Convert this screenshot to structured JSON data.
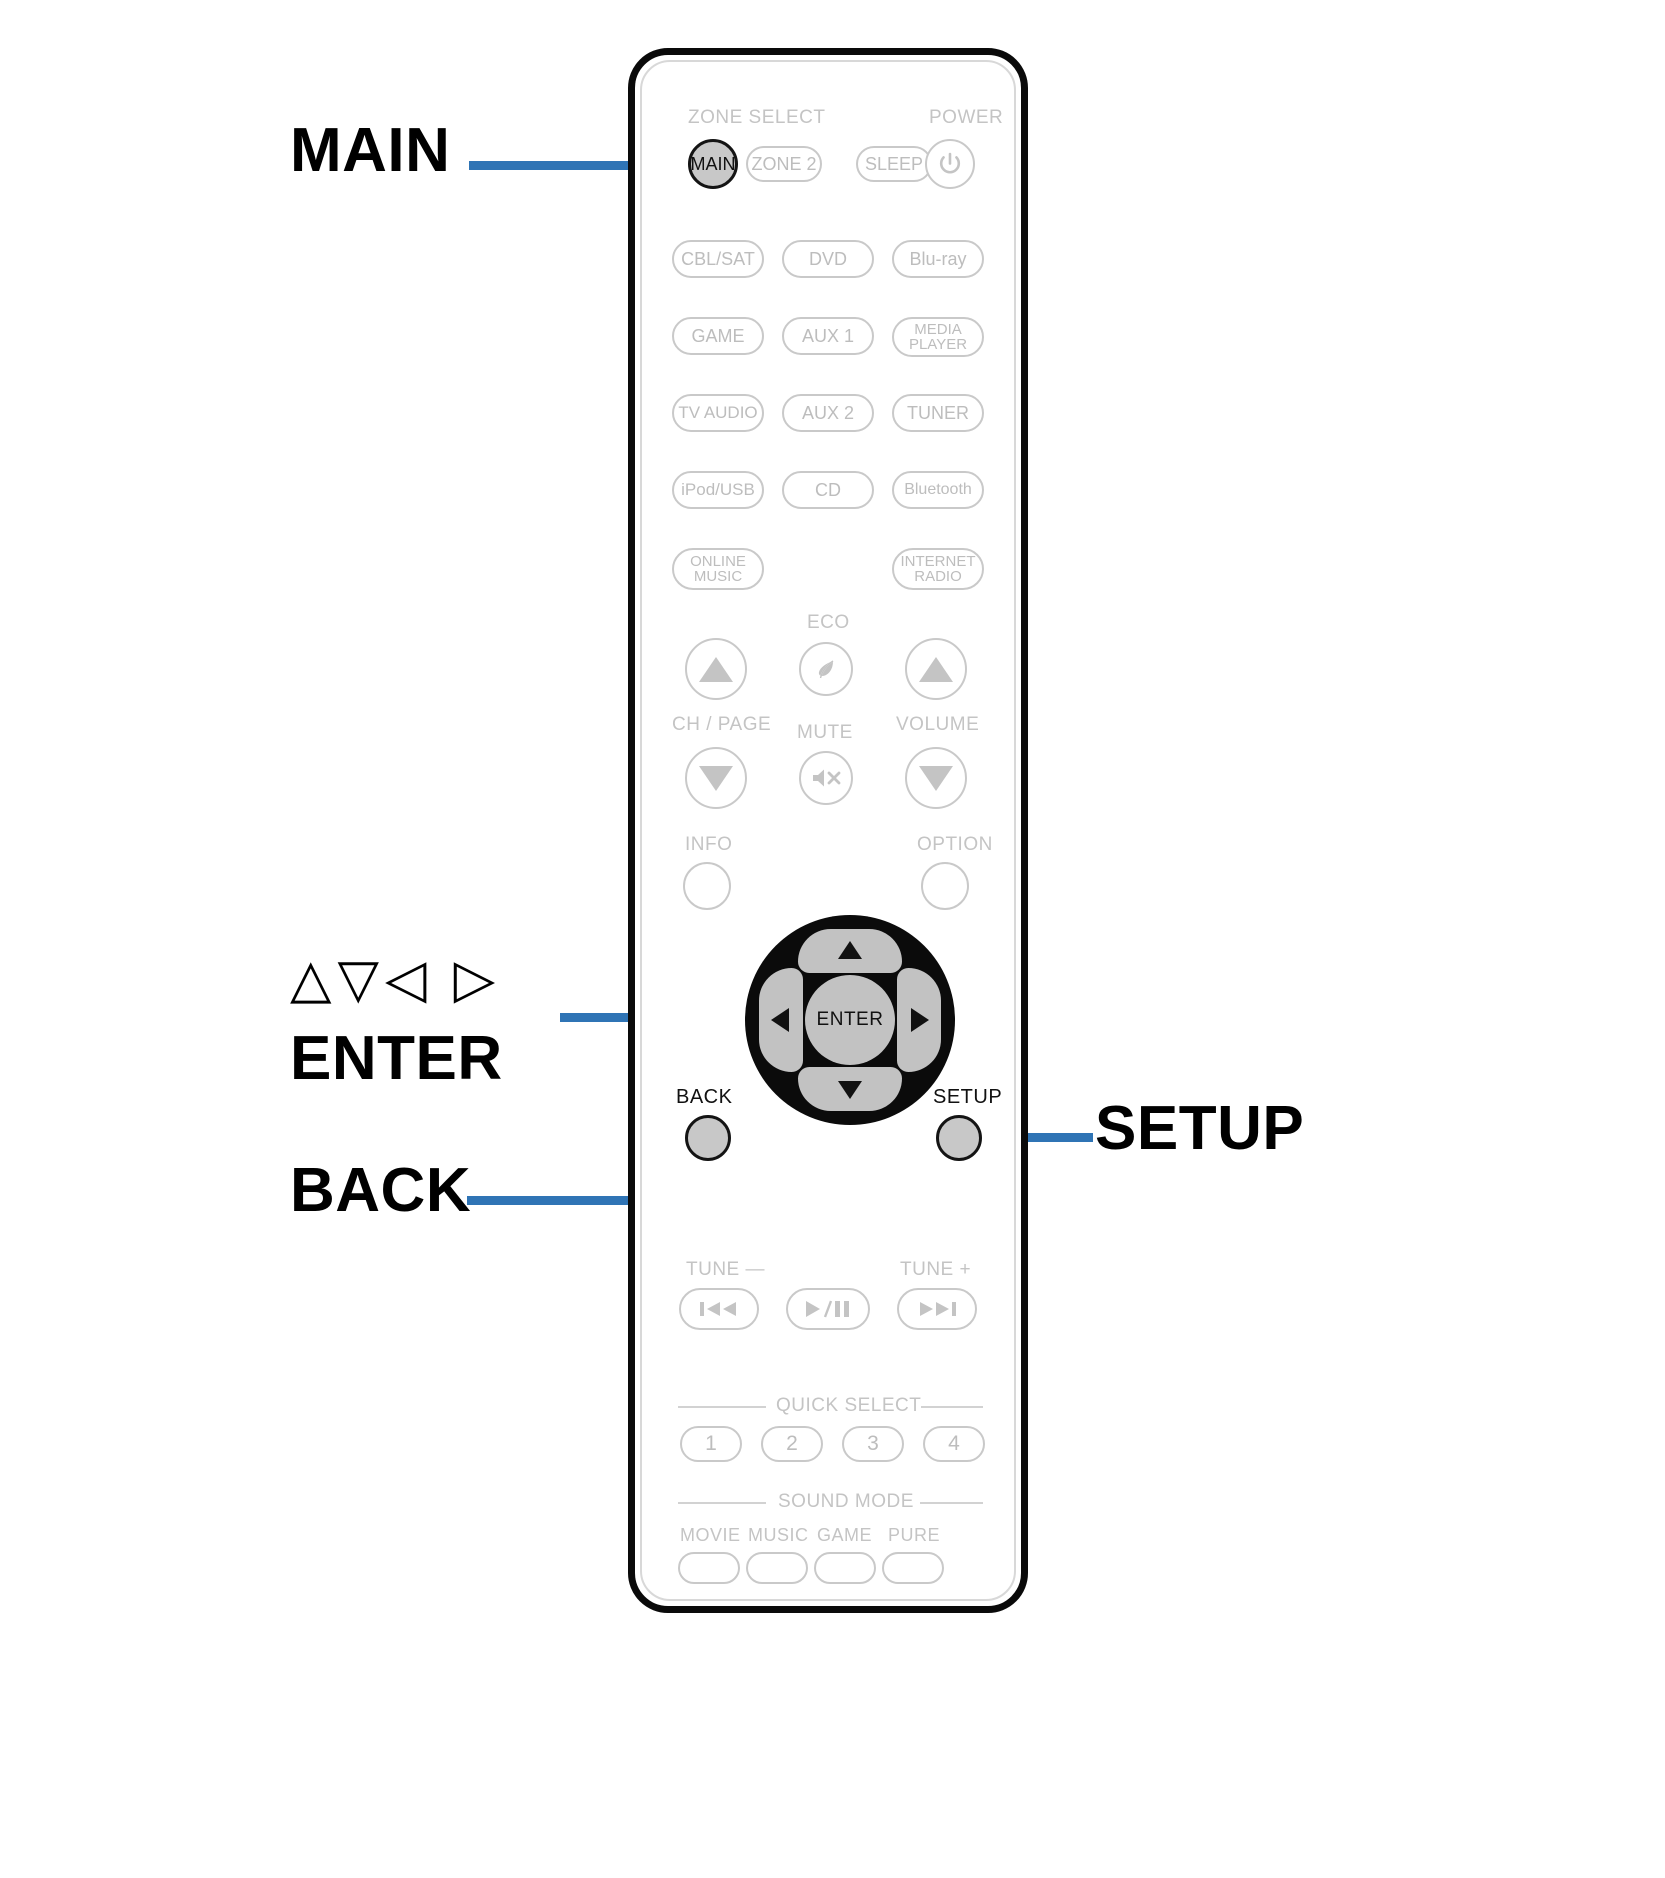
{
  "document": {
    "type": "remote-control-diagram",
    "device": "AV receiver remote control unit",
    "accent_color": "#2f74b5",
    "body_outline_color": "#0a0a0a",
    "button_color": "#c4c4c4",
    "highlight_fill": "#c8c8c8"
  },
  "callouts": [
    {
      "id": "main",
      "label": "MAIN",
      "side": "left",
      "target": "main-zone-button"
    },
    {
      "id": "nav",
      "label": "△▽◁ ▷",
      "side": "left",
      "target": "cursor-pad"
    },
    {
      "id": "enter",
      "label": "ENTER",
      "side": "left",
      "target": "enter-button"
    },
    {
      "id": "back",
      "label": "BACK",
      "side": "left",
      "target": "back-button"
    },
    {
      "id": "setup",
      "label": "SETUP",
      "side": "right",
      "target": "setup-button"
    }
  ],
  "remote": {
    "groups": {
      "zone_select_label": "ZONE SELECT",
      "power_label": "POWER",
      "eco_label": "ECO",
      "ch_page_label": "CH / PAGE",
      "mute_label": "MUTE",
      "volume_label": "VOLUME",
      "info_label": "INFO",
      "option_label": "OPTION",
      "back_label": "BACK",
      "setup_label": "SETUP",
      "tune_minus_label": "TUNE —",
      "tune_plus_label": "TUNE +",
      "quick_select_label": "QUICK SELECT",
      "sound_mode_label": "SOUND MODE"
    },
    "zone_buttons": [
      {
        "name": "MAIN",
        "highlighted": true
      },
      {
        "name": "ZONE 2",
        "highlighted": false
      },
      {
        "name": "SLEEP",
        "highlighted": false
      },
      {
        "name": "power-icon",
        "highlighted": false
      }
    ],
    "source_buttons": [
      [
        "CBL/SAT",
        "DVD",
        "Blu-ray"
      ],
      [
        "GAME",
        "AUX 1",
        "MEDIA PLAYER"
      ],
      [
        "TV AUDIO",
        "AUX 2",
        "TUNER"
      ],
      [
        "iPod/USB",
        "CD",
        "Bluetooth"
      ],
      [
        "ONLINE MUSIC",
        "",
        "INTERNET RADIO"
      ]
    ],
    "source_buttons_flat": {
      "cbl_sat": "CBL/SAT",
      "dvd": "DVD",
      "bluray": "Blu-ray",
      "game": "GAME",
      "aux1": "AUX 1",
      "media_player_line1": "MEDIA",
      "media_player_line2": "PLAYER",
      "tv_audio": "TV AUDIO",
      "aux2": "AUX 2",
      "tuner": "TUNER",
      "ipod_usb": "iPod/USB",
      "cd": "CD",
      "bluetooth": "Bluetooth",
      "online_music_line1": "ONLINE",
      "online_music_line2": "MUSIC",
      "internet_radio_line1": "INTERNET",
      "internet_radio_line2": "RADIO"
    },
    "cursor_pad": {
      "enter_label": "ENTER",
      "directions": [
        "up",
        "down",
        "left",
        "right"
      ]
    },
    "transport": {
      "previous": "skip-backward-icon",
      "play_pause": "play-pause-icon",
      "next": "skip-forward-icon"
    },
    "quick_select": [
      "1",
      "2",
      "3",
      "4"
    ],
    "sound_mode": [
      "MOVIE",
      "MUSIC",
      "GAME",
      "PURE"
    ]
  }
}
